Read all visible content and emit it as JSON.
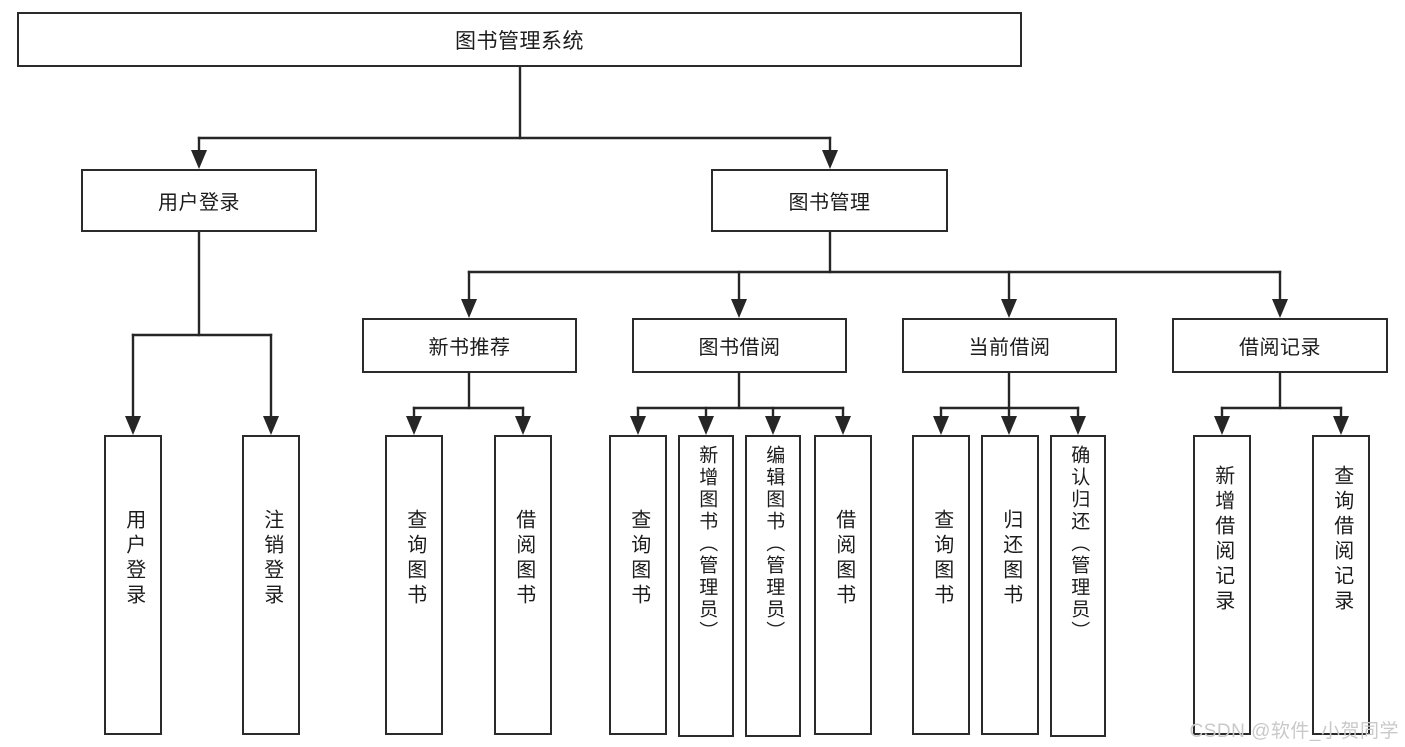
{
  "diagram": {
    "type": "tree",
    "title": "图书管理系统",
    "orientation": "top-down",
    "colors": {
      "box_border": "#2b2b2b",
      "box_fill": "#ffffff",
      "connector": "#262626",
      "text": "#1c1c1c",
      "watermark": "#c9c9c9"
    },
    "root": {
      "label": "图书管理系统"
    },
    "level2": [
      {
        "id": "user-login",
        "label": "用户登录"
      },
      {
        "id": "book-manage",
        "label": "图书管理"
      }
    ],
    "level3": [
      {
        "id": "new-book-recommend",
        "label": "新书推荐"
      },
      {
        "id": "book-borrow",
        "label": "图书借阅"
      },
      {
        "id": "current-borrow",
        "label": "当前借阅"
      },
      {
        "id": "borrow-record",
        "label": "借阅记录"
      }
    ],
    "leaves": {
      "user_login": [
        {
          "id": "leaf-user-login",
          "label": "用户登录"
        },
        {
          "id": "leaf-logout-login",
          "label": "注销登录"
        }
      ],
      "new_book_recommend": [
        {
          "id": "leaf-query-book-1",
          "label": "查询图书"
        },
        {
          "id": "leaf-borrow-book-1",
          "label": "借阅图书"
        }
      ],
      "book_borrow": [
        {
          "id": "leaf-query-book-2",
          "label": "查询图书"
        },
        {
          "id": "leaf-add-book",
          "label": "新增图书（管理员）"
        },
        {
          "id": "leaf-edit-book",
          "label": "编辑图书（管理员）"
        },
        {
          "id": "leaf-borrow-book-2",
          "label": "借阅图书"
        }
      ],
      "current_borrow": [
        {
          "id": "leaf-query-book-3",
          "label": "查询图书"
        },
        {
          "id": "leaf-return-book",
          "label": "归还图书"
        },
        {
          "id": "leaf-confirm-return",
          "label": "确认归还（管理员）"
        }
      ],
      "borrow_record": [
        {
          "id": "leaf-add-record",
          "label": "新增借阅记录"
        },
        {
          "id": "leaf-query-record",
          "label": "查询借阅记录"
        }
      ]
    }
  },
  "watermark": {
    "text": "CSDN @软件_小贺同学"
  }
}
